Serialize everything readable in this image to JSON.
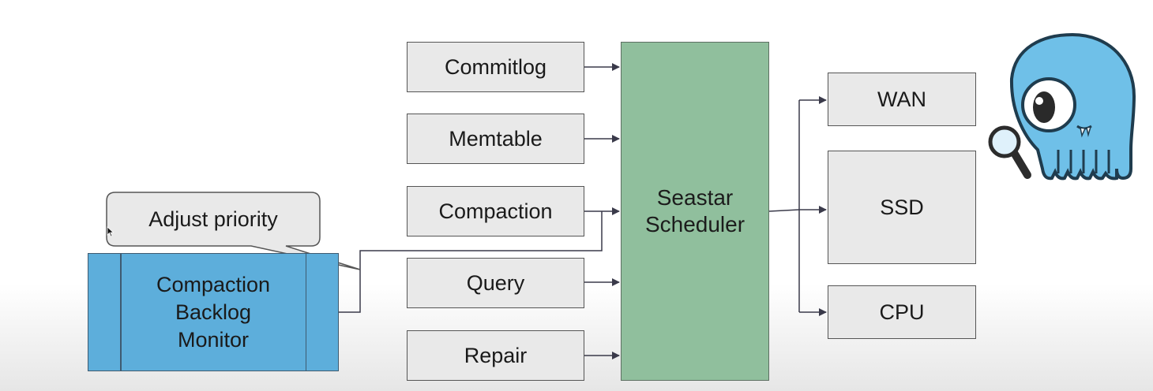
{
  "inputs": [
    "Commitlog",
    "Memtable",
    "Compaction",
    "Query",
    "Repair"
  ],
  "scheduler": {
    "line1": "Seastar",
    "line2": "Scheduler"
  },
  "outputs": [
    "WAN",
    "SSD",
    "CPU"
  ],
  "monitor": {
    "line1": "Compaction",
    "line2": "Backlog",
    "line3": "Monitor"
  },
  "callout": {
    "text": "Adjust priority"
  },
  "colors": {
    "input_box": "#e9e9e9",
    "scheduler": "#90bf9d",
    "monitor": "#5daedb",
    "mascot": "#6fc0e8",
    "line": "#3a3a4a"
  },
  "mascot": {
    "icon": "octopus-mascot-with-magnifier"
  }
}
